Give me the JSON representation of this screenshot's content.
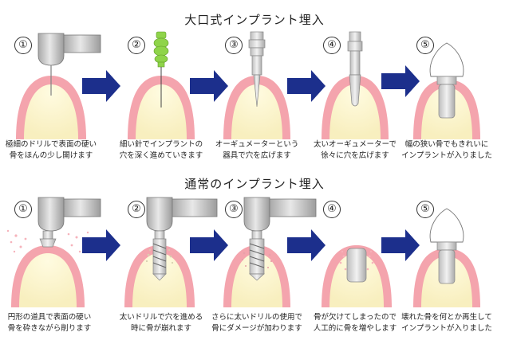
{
  "colors": {
    "gum": "#f2a0a8",
    "bone": "#fbf3c8",
    "tool_gray": "#c8c8c8",
    "needle_green": "#8fd44a",
    "arrow_blue": "#1c2f8c"
  },
  "sections": [
    {
      "title": "大口式インプラント埋入",
      "steps": [
        {
          "number": "①",
          "caption": [
            "極細のドリルで表面の硬い",
            "骨をほんの少し開けます"
          ]
        },
        {
          "number": "②",
          "caption": [
            "細い針でインプラントの",
            "穴を深く進めていきます"
          ]
        },
        {
          "number": "③",
          "caption": [
            "オーギュメーターという",
            "器具で穴を広げます"
          ]
        },
        {
          "number": "④",
          "caption": [
            "太いオーギュメーターで",
            "徐々に穴を広げます"
          ]
        },
        {
          "number": "⑤",
          "caption": [
            "幅の狭い骨でもきれいに",
            "インプラントが入りました"
          ]
        }
      ]
    },
    {
      "title": "通常のインプラント埋入",
      "steps": [
        {
          "number": "①",
          "caption": [
            "円形の道具で表面の硬い",
            "骨を砕きながら削ります"
          ]
        },
        {
          "number": "②",
          "caption": [
            "太いドリルで穴を進める",
            "時に骨が崩れます"
          ]
        },
        {
          "number": "③",
          "caption": [
            "さらに太いドリルの使用で",
            "骨にダメージが加わります"
          ]
        },
        {
          "number": "④",
          "caption": [
            "骨が欠けてしまったので",
            "人工的に骨を増やします"
          ]
        },
        {
          "number": "⑤",
          "caption": [
            "壊れた骨を何とか再生して",
            "インプラントが入りました"
          ]
        }
      ]
    }
  ]
}
